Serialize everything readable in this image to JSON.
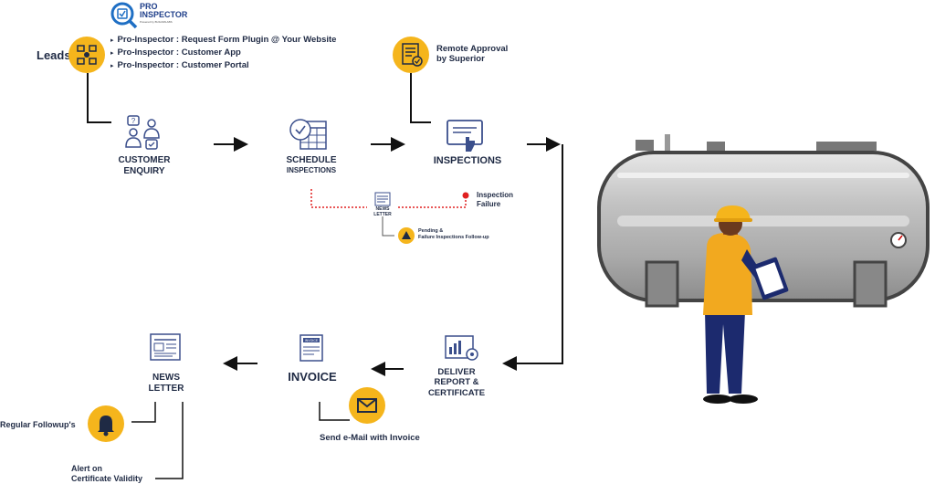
{
  "logo": {
    "line1": "PRO",
    "line2": "INSPECTOR",
    "tagline": "Powered by BUILDMLABS"
  },
  "leads": {
    "label": "Leads",
    "items": [
      "Pro-Inspector : Request Form Plugin @ Your Website",
      "Pro-Inspector : Customer App",
      "Pro-Inspector : Customer Portal"
    ]
  },
  "remote_approval": {
    "line1": "Remote Approval",
    "line2": "by Superior"
  },
  "customer_enquiry": {
    "line1": "CUSTOMER",
    "line2": "ENQUIRY"
  },
  "schedule": {
    "line1": "SCHEDULE",
    "line2": "INSPECTIONS"
  },
  "inspections": {
    "label": "INSPECTIONS"
  },
  "inspection_failure": {
    "line1": "Inspection",
    "line2": "Failure"
  },
  "newsletter_small": {
    "line1": "NEWS",
    "line2": "LETTER"
  },
  "pending": {
    "line1": "Pending &",
    "line2": "Failure Inspections Follow-up"
  },
  "deliver": {
    "line1": "DELIVER",
    "line2": "REPORT &",
    "line3": "CERTIFICATE"
  },
  "invoice": {
    "label": "INVOICE",
    "doc_text": "INVOICE"
  },
  "send_email": {
    "label": "Send e-Mail with Invoice"
  },
  "newsletter": {
    "line1": "NEWS",
    "line2": "LETTER"
  },
  "regular_followups": {
    "label": "Regular Followup's"
  },
  "alert": {
    "line1": "Alert on",
    "line2": "Certificate Validity"
  },
  "colors": {
    "accent": "#f5b51c",
    "navy": "#1f2a44",
    "icon_blue": "#3b4f8c",
    "red": "#e02020"
  }
}
